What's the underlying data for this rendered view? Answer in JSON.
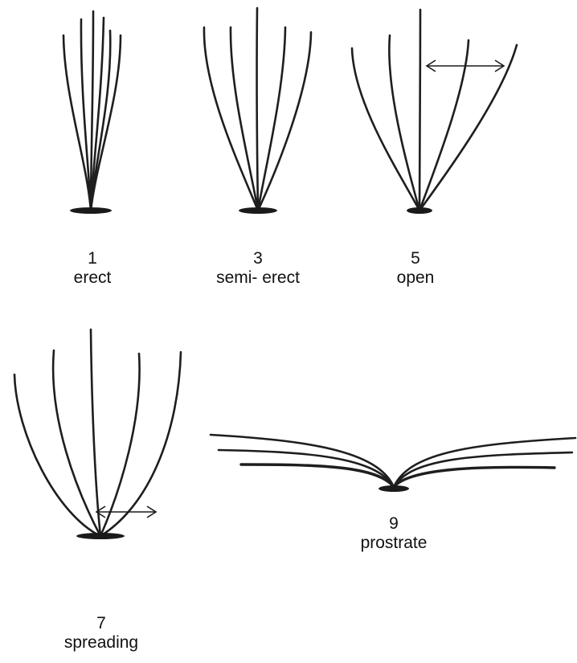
{
  "figure": {
    "panels": [
      {
        "id": "erect",
        "score": "1",
        "label": "erect"
      },
      {
        "id": "semi-erect",
        "score": "3",
        "label": "semi- erect"
      },
      {
        "id": "open",
        "score": "5",
        "label": "open"
      },
      {
        "id": "spreading",
        "score": "7",
        "label": "spreading"
      },
      {
        "id": "prostrate",
        "score": "9",
        "label": "prostrate"
      }
    ]
  }
}
